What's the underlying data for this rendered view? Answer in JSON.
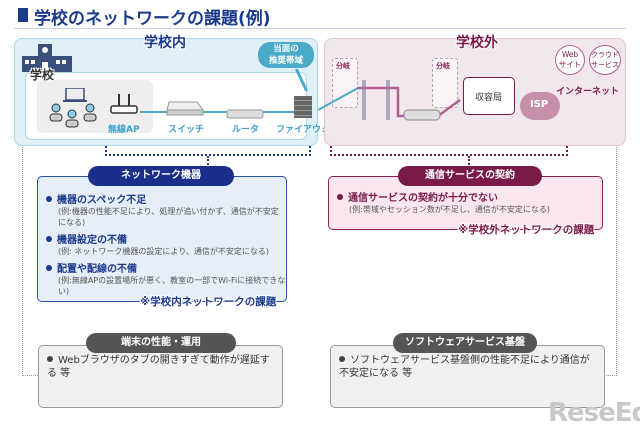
{
  "header": {
    "title": "学校のネットワークの課題(例)"
  },
  "inside": {
    "title": "学校内",
    "school_label": "学校",
    "devices": {
      "ap": "無線AP",
      "switch": "スイッチ",
      "router": "ルータ",
      "firewall": "ファイアウォール"
    },
    "bandwidth_bubble": [
      "当面の",
      "推奨帯域"
    ]
  },
  "outside": {
    "title": "学校外",
    "branch_label": "分岐",
    "station": "収容局",
    "isp": "ISP",
    "internet": "インターネット",
    "web": [
      "Web",
      "サイト"
    ],
    "cloud": [
      "クラウド",
      "サービス"
    ]
  },
  "network_box": {
    "header": "ネットワーク機器",
    "items": [
      {
        "title": "機器のスペック不足",
        "detail": "(例:機器の性能不足により、処理が追い付かず、通信が不安定になる)"
      },
      {
        "title": "機器設定の不備",
        "detail": "(例: ネットワーク機器の設定により、通信が不安定になる)"
      },
      {
        "title": "配置や配線の不備",
        "detail": "(例:無線APの設置場所が悪く、教室の一部でWi-Fiに接続できない)"
      }
    ],
    "note": "※学校内ネットワークの課題"
  },
  "contract_box": {
    "header": "通信サービスの契約",
    "items": [
      {
        "title": "通信サービスの契約が十分でない",
        "detail": "(例:帯域やセッション数が不足し、通信が不安定になる)"
      }
    ],
    "note": "※学校外ネットワークの課題"
  },
  "terminal_box": {
    "header": "端末の性能・運用",
    "text": "Webブラウザのタブの開きすぎて動作が遅延する 等"
  },
  "software_box": {
    "header": "ソフトウェアサービス基盤",
    "text": "ソフトウェアサービス基盤側の性能不足により通信が不安定になる 等"
  },
  "logo": "ReseEd",
  "colors": {
    "blue": "#1b3a8c",
    "teal": "#4aaac8",
    "wine": "#7a1a48",
    "gray": "#555555"
  }
}
